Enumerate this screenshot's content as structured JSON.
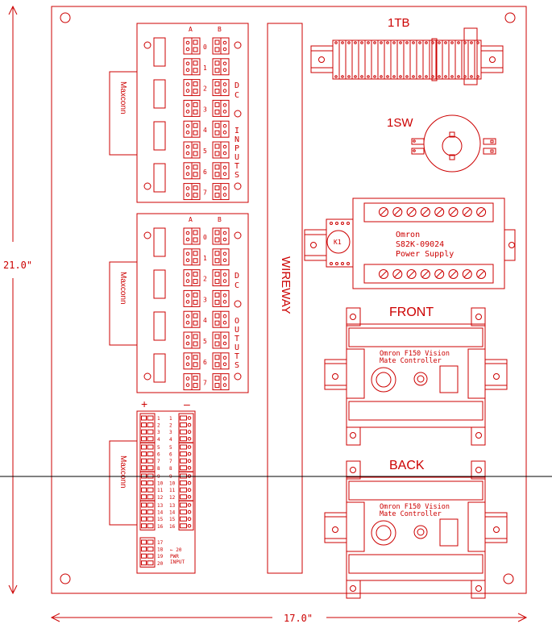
{
  "colors": {
    "line": "#cc0000",
    "background": "#ffffff",
    "crosshair": "#000000"
  },
  "dimensions": {
    "height_label": "21.0\"",
    "width_label": "17.0\""
  },
  "wireway": {
    "label": "WIREWAY"
  },
  "dc_inputs": {
    "title": "DC INPUTS",
    "title_dc": "DC",
    "title_word": "INPUTS",
    "col_a": "A",
    "col_b": "B",
    "rows": [
      "0",
      "1",
      "2",
      "3",
      "4",
      "5",
      "6",
      "7"
    ],
    "connector_label": "Maxconn"
  },
  "dc_outputs": {
    "title_dc": "DC",
    "title_word": "OUTUTS",
    "col_a": "A",
    "col_b": "B",
    "rows": [
      "0",
      "1",
      "2",
      "3",
      "4",
      "5",
      "6",
      "7"
    ],
    "connector_label": "Maxconn"
  },
  "power_input": {
    "plus_label": "+",
    "minus_label": "–",
    "left_numbers": [
      "1",
      "2",
      "3",
      "4",
      "5",
      "6",
      "7",
      "8",
      "9",
      "10",
      "11",
      "12",
      "13",
      "14",
      "15",
      "16",
      "17",
      "18",
      "19",
      "20"
    ],
    "right_numbers": [
      "1",
      "2",
      "3",
      "4",
      "5",
      "6",
      "7",
      "8",
      "9",
      "10",
      "11",
      "12",
      "13",
      "14",
      "15",
      "16"
    ],
    "note_arrow": "← 20",
    "note_line1": "PWR",
    "note_line2": "INPUT",
    "connector_label": "Maxconn"
  },
  "terminal_block": {
    "label": "1TB",
    "terminal_count": 23
  },
  "switch": {
    "label": "1SW"
  },
  "power_supply": {
    "relay_label": "K1",
    "line1": "Omron",
    "line2": "S82K-09024",
    "line3": "Power Supply",
    "screw_count": 8
  },
  "controller_front": {
    "view_label": "FRONT",
    "line1": "Omron F150 Vision",
    "line2": "Mate Controller"
  },
  "controller_back": {
    "view_label": "BACK",
    "line1": "Omron F150 Vision",
    "line2": "Mate Controller"
  }
}
